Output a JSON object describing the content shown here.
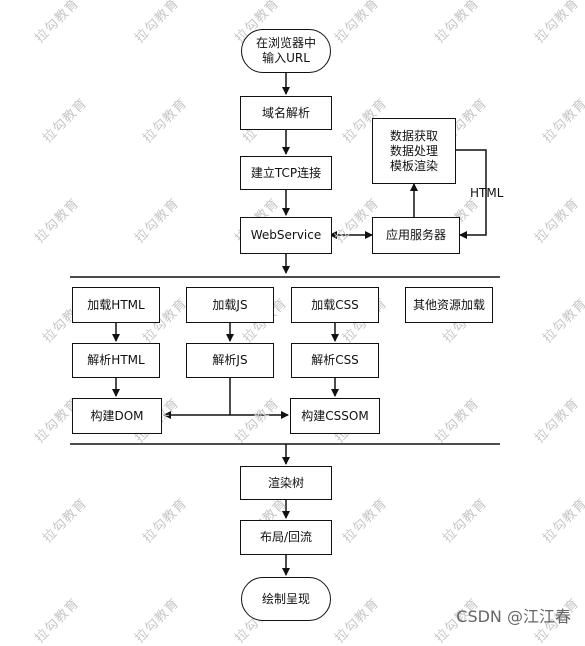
{
  "nodes": {
    "input_url": "在浏览器中\n输入URL",
    "dns": "域名解析",
    "tcp": "建立TCP连接",
    "webservice": "WebService",
    "app_server": "应用服务器",
    "data_process": "数据获取\n数据处理\n模板渲染",
    "html_edge_label": "HTML",
    "load_html": "加载HTML",
    "load_js": "加载JS",
    "load_css": "加载CSS",
    "load_other": "其他资源加载",
    "parse_html": "解析HTML",
    "parse_js": "解析JS",
    "parse_css": "解析CSS",
    "build_dom": "构建DOM",
    "build_cssom": "构建CSSOM",
    "render_tree": "渲染树",
    "layout": "布局/回流",
    "paint": "绘制呈现"
  },
  "watermark": "拉勾教育",
  "credit": "CSDN @江江春",
  "colors": {
    "line": "#111111",
    "watermark": "#c7c7c7"
  }
}
